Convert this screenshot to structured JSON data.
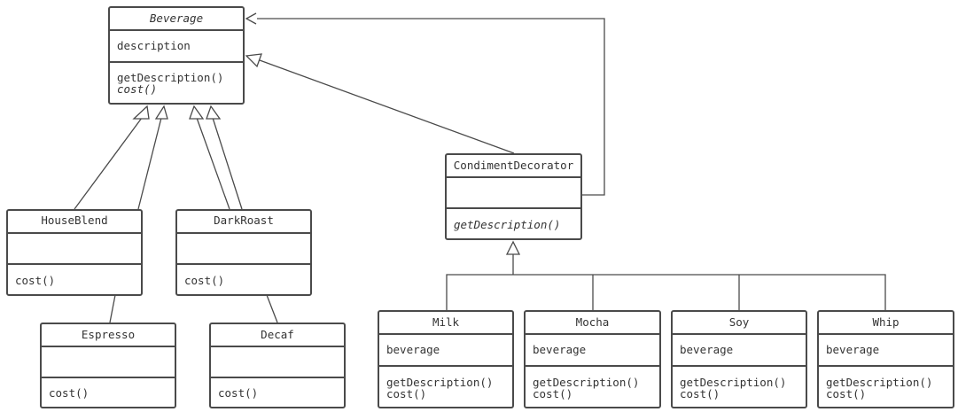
{
  "classes": {
    "beverage": {
      "name": "Beverage",
      "attribute": "description",
      "methods": [
        "getDescription()",
        "cost()"
      ]
    },
    "houseblend": {
      "name": "HouseBlend",
      "method": "cost()"
    },
    "darkroast": {
      "name": "DarkRoast",
      "method": "cost()"
    },
    "espresso": {
      "name": "Espresso",
      "method": "cost()"
    },
    "decaf": {
      "name": "Decaf",
      "method": "cost()"
    },
    "condiment_decorator": {
      "name": "CondimentDecorator",
      "method": "getDescription()"
    },
    "milk": {
      "name": "Milk",
      "attribute": "beverage",
      "methods": [
        "getDescription()",
        "cost()"
      ]
    },
    "mocha": {
      "name": "Mocha",
      "attribute": "beverage",
      "methods": [
        "getDescription()",
        "cost()"
      ]
    },
    "soy": {
      "name": "Soy",
      "attribute": "beverage",
      "methods": [
        "getDescription()",
        "cost()"
      ]
    },
    "whip": {
      "name": "Whip",
      "attribute": "beverage",
      "methods": [
        "getDescription()",
        "cost()"
      ]
    }
  },
  "colors": {
    "stroke": "#4a4a4a",
    "text": "#333333",
    "background": "#ffffff"
  }
}
